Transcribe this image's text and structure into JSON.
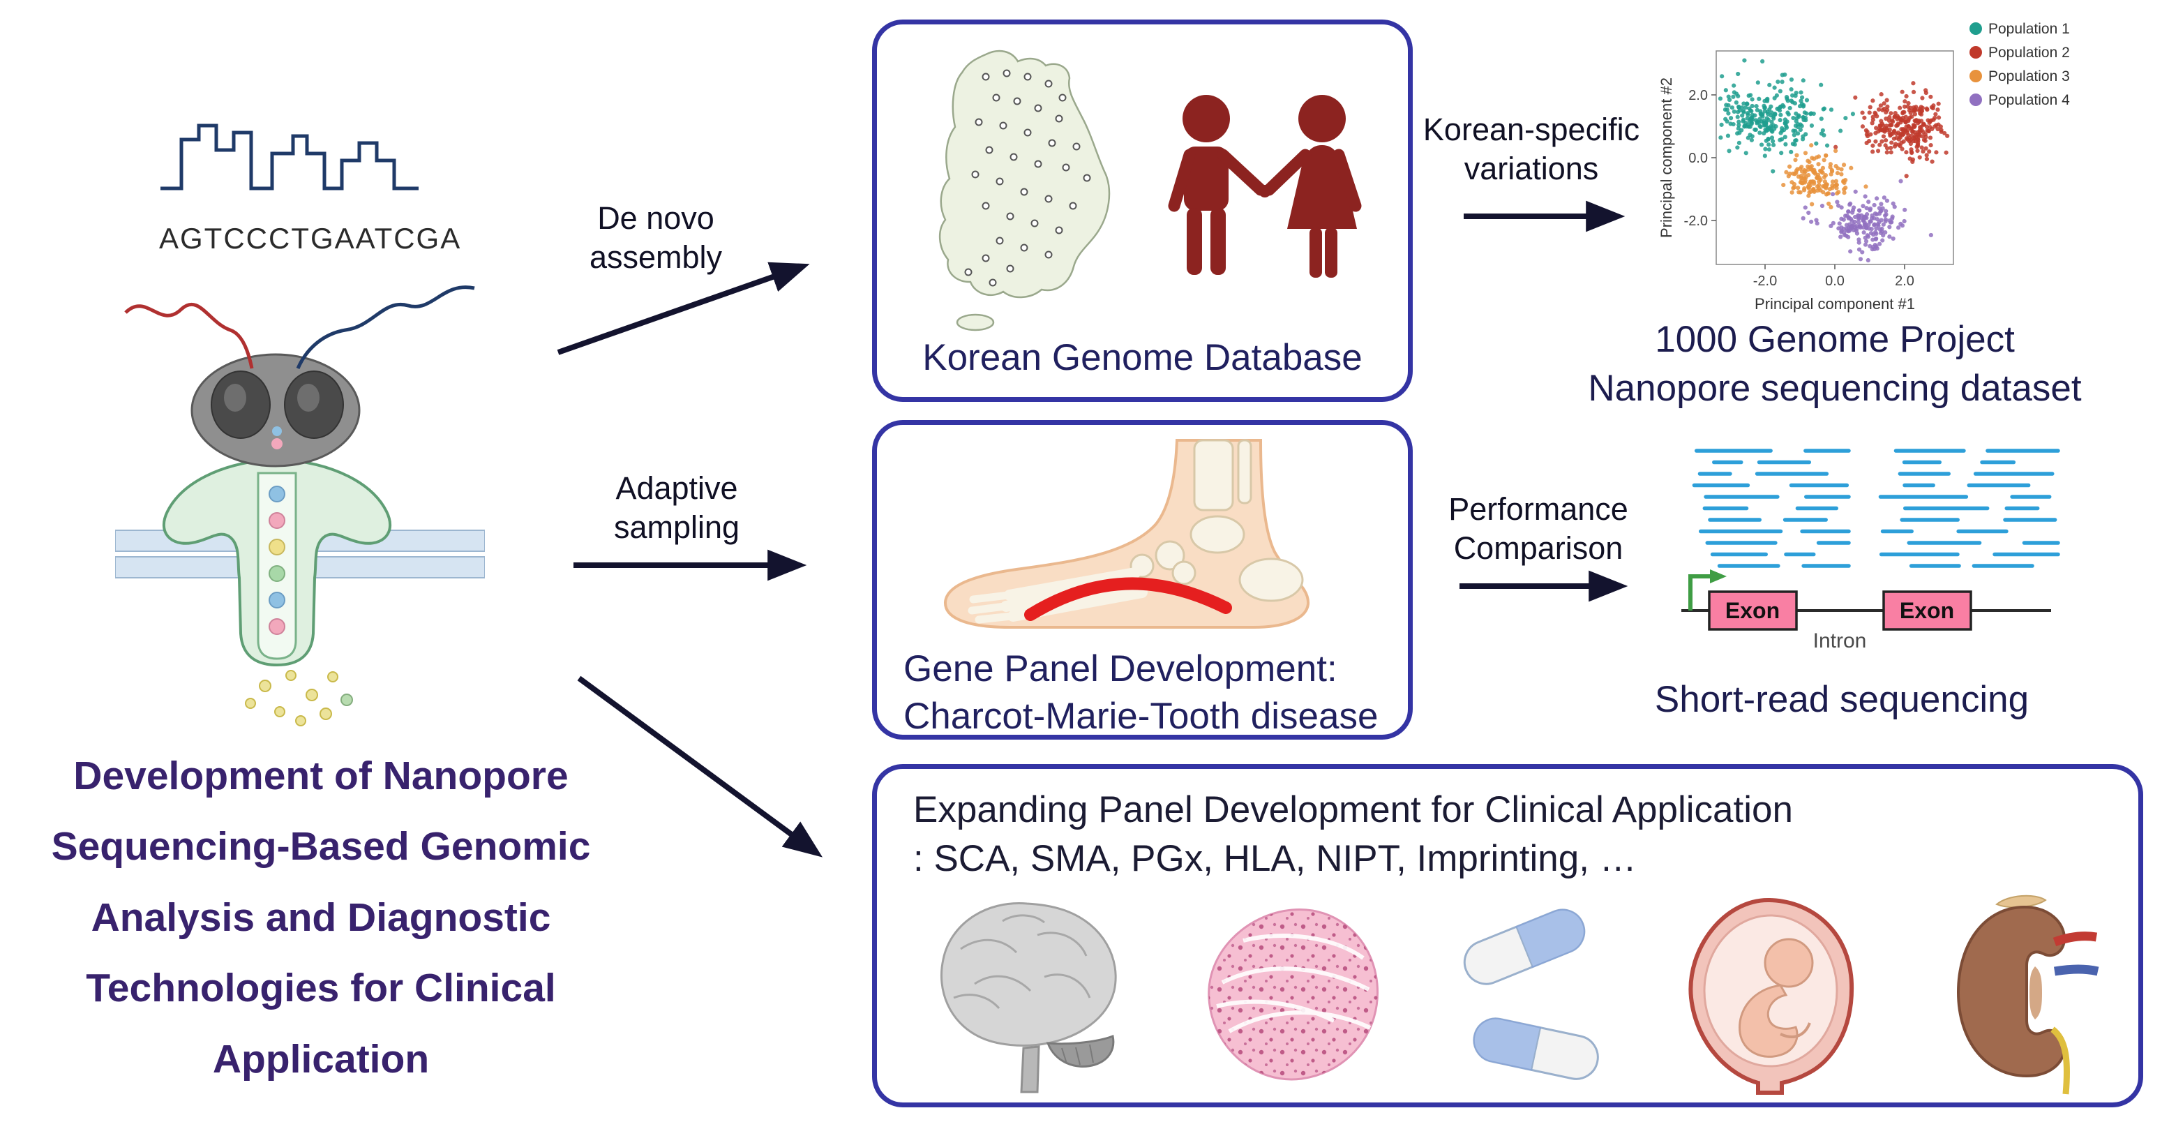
{
  "colors": {
    "box_border": "#3434a4",
    "title_purple": "#38226d",
    "caption_navy": "#20205f",
    "arrow": "#13132e",
    "couple_red": "#8c2320",
    "read_blue": "#2d9fd9",
    "exon_pink": "#f97fa3",
    "arch_red": "#e51f1f"
  },
  "left_panel": {
    "sequence": "AGTCCCTGAATCGA",
    "title": "Development of Nanopore\nSequencing-Based Genomic\nAnalysis and Diagnostic\nTechnologies for Clinical\nApplication"
  },
  "arrows": {
    "de_novo": "De novo\nassembly",
    "adaptive": "Adaptive\nsampling",
    "korean_specific": "Korean-specific\nvariations",
    "performance": "Performance\nComparison"
  },
  "top_box": {
    "caption": "Korean Genome Database"
  },
  "scatter_section": {
    "caption": "1000 Genome Project\nNanopore sequencing dataset"
  },
  "middle_box": {
    "caption": "Gene Panel Development:\nCharcot-Marie-Tooth disease"
  },
  "short_read": {
    "exon": "Exon",
    "intron": "Intron",
    "caption": "Short-read sequencing"
  },
  "bottom_box": {
    "line1": "Expanding Panel Development for Clinical Application",
    "line2": ": SCA, SMA, PGx, HLA, NIPT, Imprinting, …"
  },
  "chart_data": {
    "type": "scatter",
    "title": "",
    "xlabel": "Principal component #1",
    "ylabel": "Principal component #2",
    "xlim": [
      -3.4,
      3.4
    ],
    "ylim": [
      -3.4,
      3.4
    ],
    "xticks": [
      -2,
      0,
      2
    ],
    "yticks": [
      -2,
      0,
      2
    ],
    "grid": false,
    "legend_position": "right",
    "series": [
      {
        "name": "Population 1",
        "color": "#1f9e8e",
        "center": [
          -1.9,
          1.3
        ],
        "spread": [
          0.8,
          0.55
        ],
        "n": 280
      },
      {
        "name": "Population 2",
        "color": "#c0392b",
        "center": [
          2.0,
          1.0
        ],
        "spread": [
          0.55,
          0.5
        ],
        "n": 280
      },
      {
        "name": "Population 3",
        "color": "#e8923c",
        "center": [
          -0.5,
          -0.6
        ],
        "spread": [
          0.45,
          0.35
        ],
        "n": 150
      },
      {
        "name": "Population 4",
        "color": "#9070c0",
        "center": [
          0.9,
          -2.1
        ],
        "spread": [
          0.55,
          0.4
        ],
        "n": 180
      }
    ]
  }
}
